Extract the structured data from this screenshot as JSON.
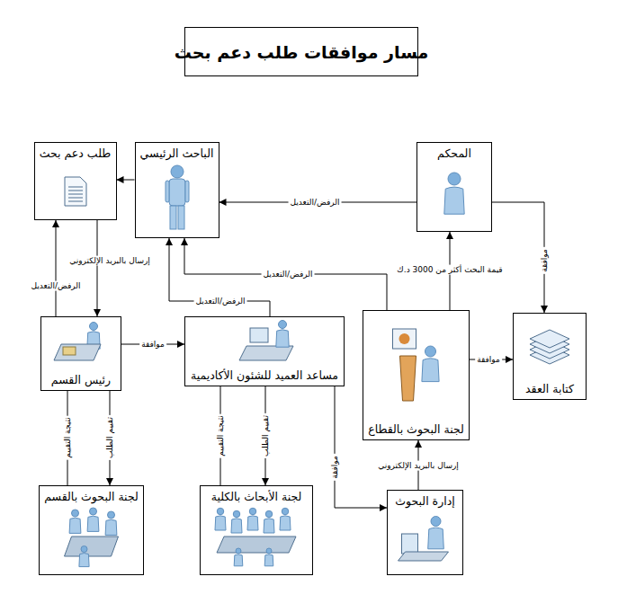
{
  "diagram": {
    "title": "مسار موافقات طلب دعم بحث",
    "nodes": [
      {
        "text": [
          "طلب دعم بحث"
        ]
      },
      {
        "text": [
          "الباحث الرئيسي"
        ]
      },
      {
        "text": [
          "المحكم"
        ]
      },
      {
        "text": [
          "رئيس القسم"
        ]
      },
      {
        "text": [
          "مساعد العميد للشئون الأكاديمية"
        ]
      },
      {
        "text": [
          "لجنة البحوث بالقطاع"
        ]
      },
      {
        "text": [
          "كتابة العقد"
        ]
      },
      {
        "text": [
          "لجنة البحوث بالقسم"
        ]
      },
      {
        "text": [
          "لجنة الأبحاث بالكلية"
        ]
      },
      {
        "text": [
          "إدارة البحوث"
        ]
      }
    ],
    "edges": [
      {
        "from": 1,
        "to": 0,
        "arrow": "to"
      },
      {
        "from": 0,
        "to": 3,
        "label": "إرسال بالبريد الإلكتروني",
        "arrow": "to"
      },
      {
        "from": 3,
        "to": 0,
        "label": "الرفض/التعديل",
        "arrow": "to"
      },
      {
        "from": 3,
        "to": 4,
        "label": "موافقة",
        "arrow": "to"
      },
      {
        "from": 4,
        "to": 1,
        "label": "الرفض/التعديل",
        "arrow": "to"
      },
      {
        "from": 5,
        "to": 1,
        "label": "الرفض/التعديل",
        "arrow": "to"
      },
      {
        "from": 2,
        "to": 1,
        "label": "الرفض/التعديل",
        "arrow": "to"
      },
      {
        "from": 5,
        "to": 2,
        "label": "قيمة البحث أكثر من 3000 د.ك",
        "arrow": "to"
      },
      {
        "from": 2,
        "to": 6,
        "label": "موافقة",
        "arrow": "to"
      },
      {
        "from": 5,
        "to": 6,
        "label": "موافقة",
        "arrow": "to"
      },
      {
        "from": 3,
        "to": 7,
        "label": "تقييم الطلب",
        "arrow": "to"
      },
      {
        "from": 7,
        "to": 3,
        "label": "نتيجة التقييم",
        "arrow": "to"
      },
      {
        "from": 4,
        "to": 8,
        "label": "تقييم الطلب",
        "arrow": "to"
      },
      {
        "from": 8,
        "to": 4,
        "label": "نتيجة التقييم",
        "arrow": "to"
      },
      {
        "from": 4,
        "to": 9,
        "label": "موافقة",
        "arrow": "to"
      },
      {
        "from": 9,
        "to": 5,
        "label": "إرسال بالبريد الإلكتروني",
        "arrow": "to"
      }
    ]
  }
}
